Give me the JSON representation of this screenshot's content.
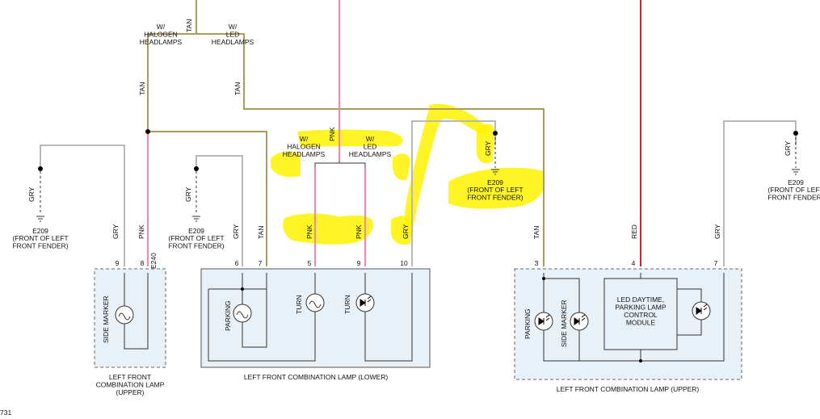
{
  "wires": {
    "tan": "TAN",
    "pnk": "PNK",
    "gry": "GRY",
    "red": "RED"
  },
  "options": {
    "halogen": "W/\nHALOGEN\nHEADLAMPS",
    "led": "W/\nLED\nHEADLAMPS"
  },
  "ground": {
    "id": "E209",
    "location": "(FRONT OF LEFT\nFRONT FENDER)"
  },
  "splice_label": "E240",
  "pins": {
    "upper_left": [
      "9",
      "8"
    ],
    "lower": [
      "6",
      "7",
      "5",
      "9",
      "10"
    ],
    "upper_right": [
      "3",
      "4",
      "7"
    ]
  },
  "components": {
    "side_marker": "SIDE MARKER",
    "parking": "PARKING",
    "turn": "TURN",
    "module": "LED DAYTIME,\nPARKING LAMP\nCONTROL\nMODULE"
  },
  "lamp_labels": {
    "upper_left": "LEFT FRONT\nCOMBINATION LAMP\n(UPPER)",
    "lower": "LEFT FRONT COMBINATION LAMP (LOWER)",
    "upper_right": "LEFT FRONT COMBINATION LAMP (UPPER)"
  },
  "page_number": "731",
  "colors": {
    "tan": "#b09a5c",
    "gray": "#b8b8b8",
    "pink": "#f08aa0",
    "red": "#dd1f1f",
    "box_fill": "#e8f1f7",
    "highlight": "#fff200"
  }
}
